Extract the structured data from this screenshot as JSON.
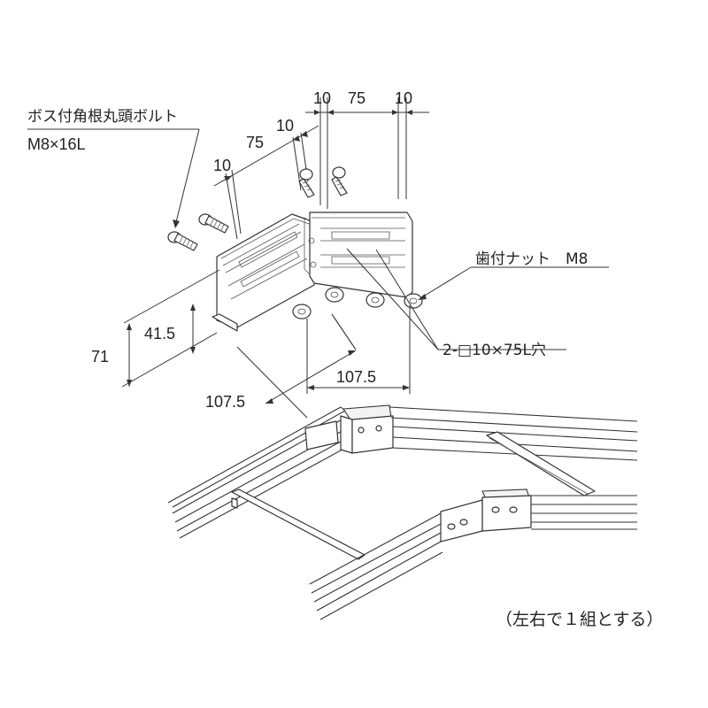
{
  "labels": {
    "bolt_name": "ボス付角根丸頭ボルト",
    "bolt_size": "M8×16L",
    "nut_label": "歯付ナット　M8",
    "hole_label": "2-□10×75L穴",
    "note": "（左右で１組とする）"
  },
  "dimensions": {
    "top_left_10": "10",
    "top_mid_75": "75",
    "top_right_10": "10",
    "left_10_upper": "10",
    "left_75": "75",
    "left_10_lower": "10",
    "height_71": "71",
    "height_41_5": "41.5",
    "width_107_5_right": "107.5",
    "width_107_5_left": "107.5"
  },
  "colors": {
    "line": "#333333",
    "background": "#ffffff"
  }
}
